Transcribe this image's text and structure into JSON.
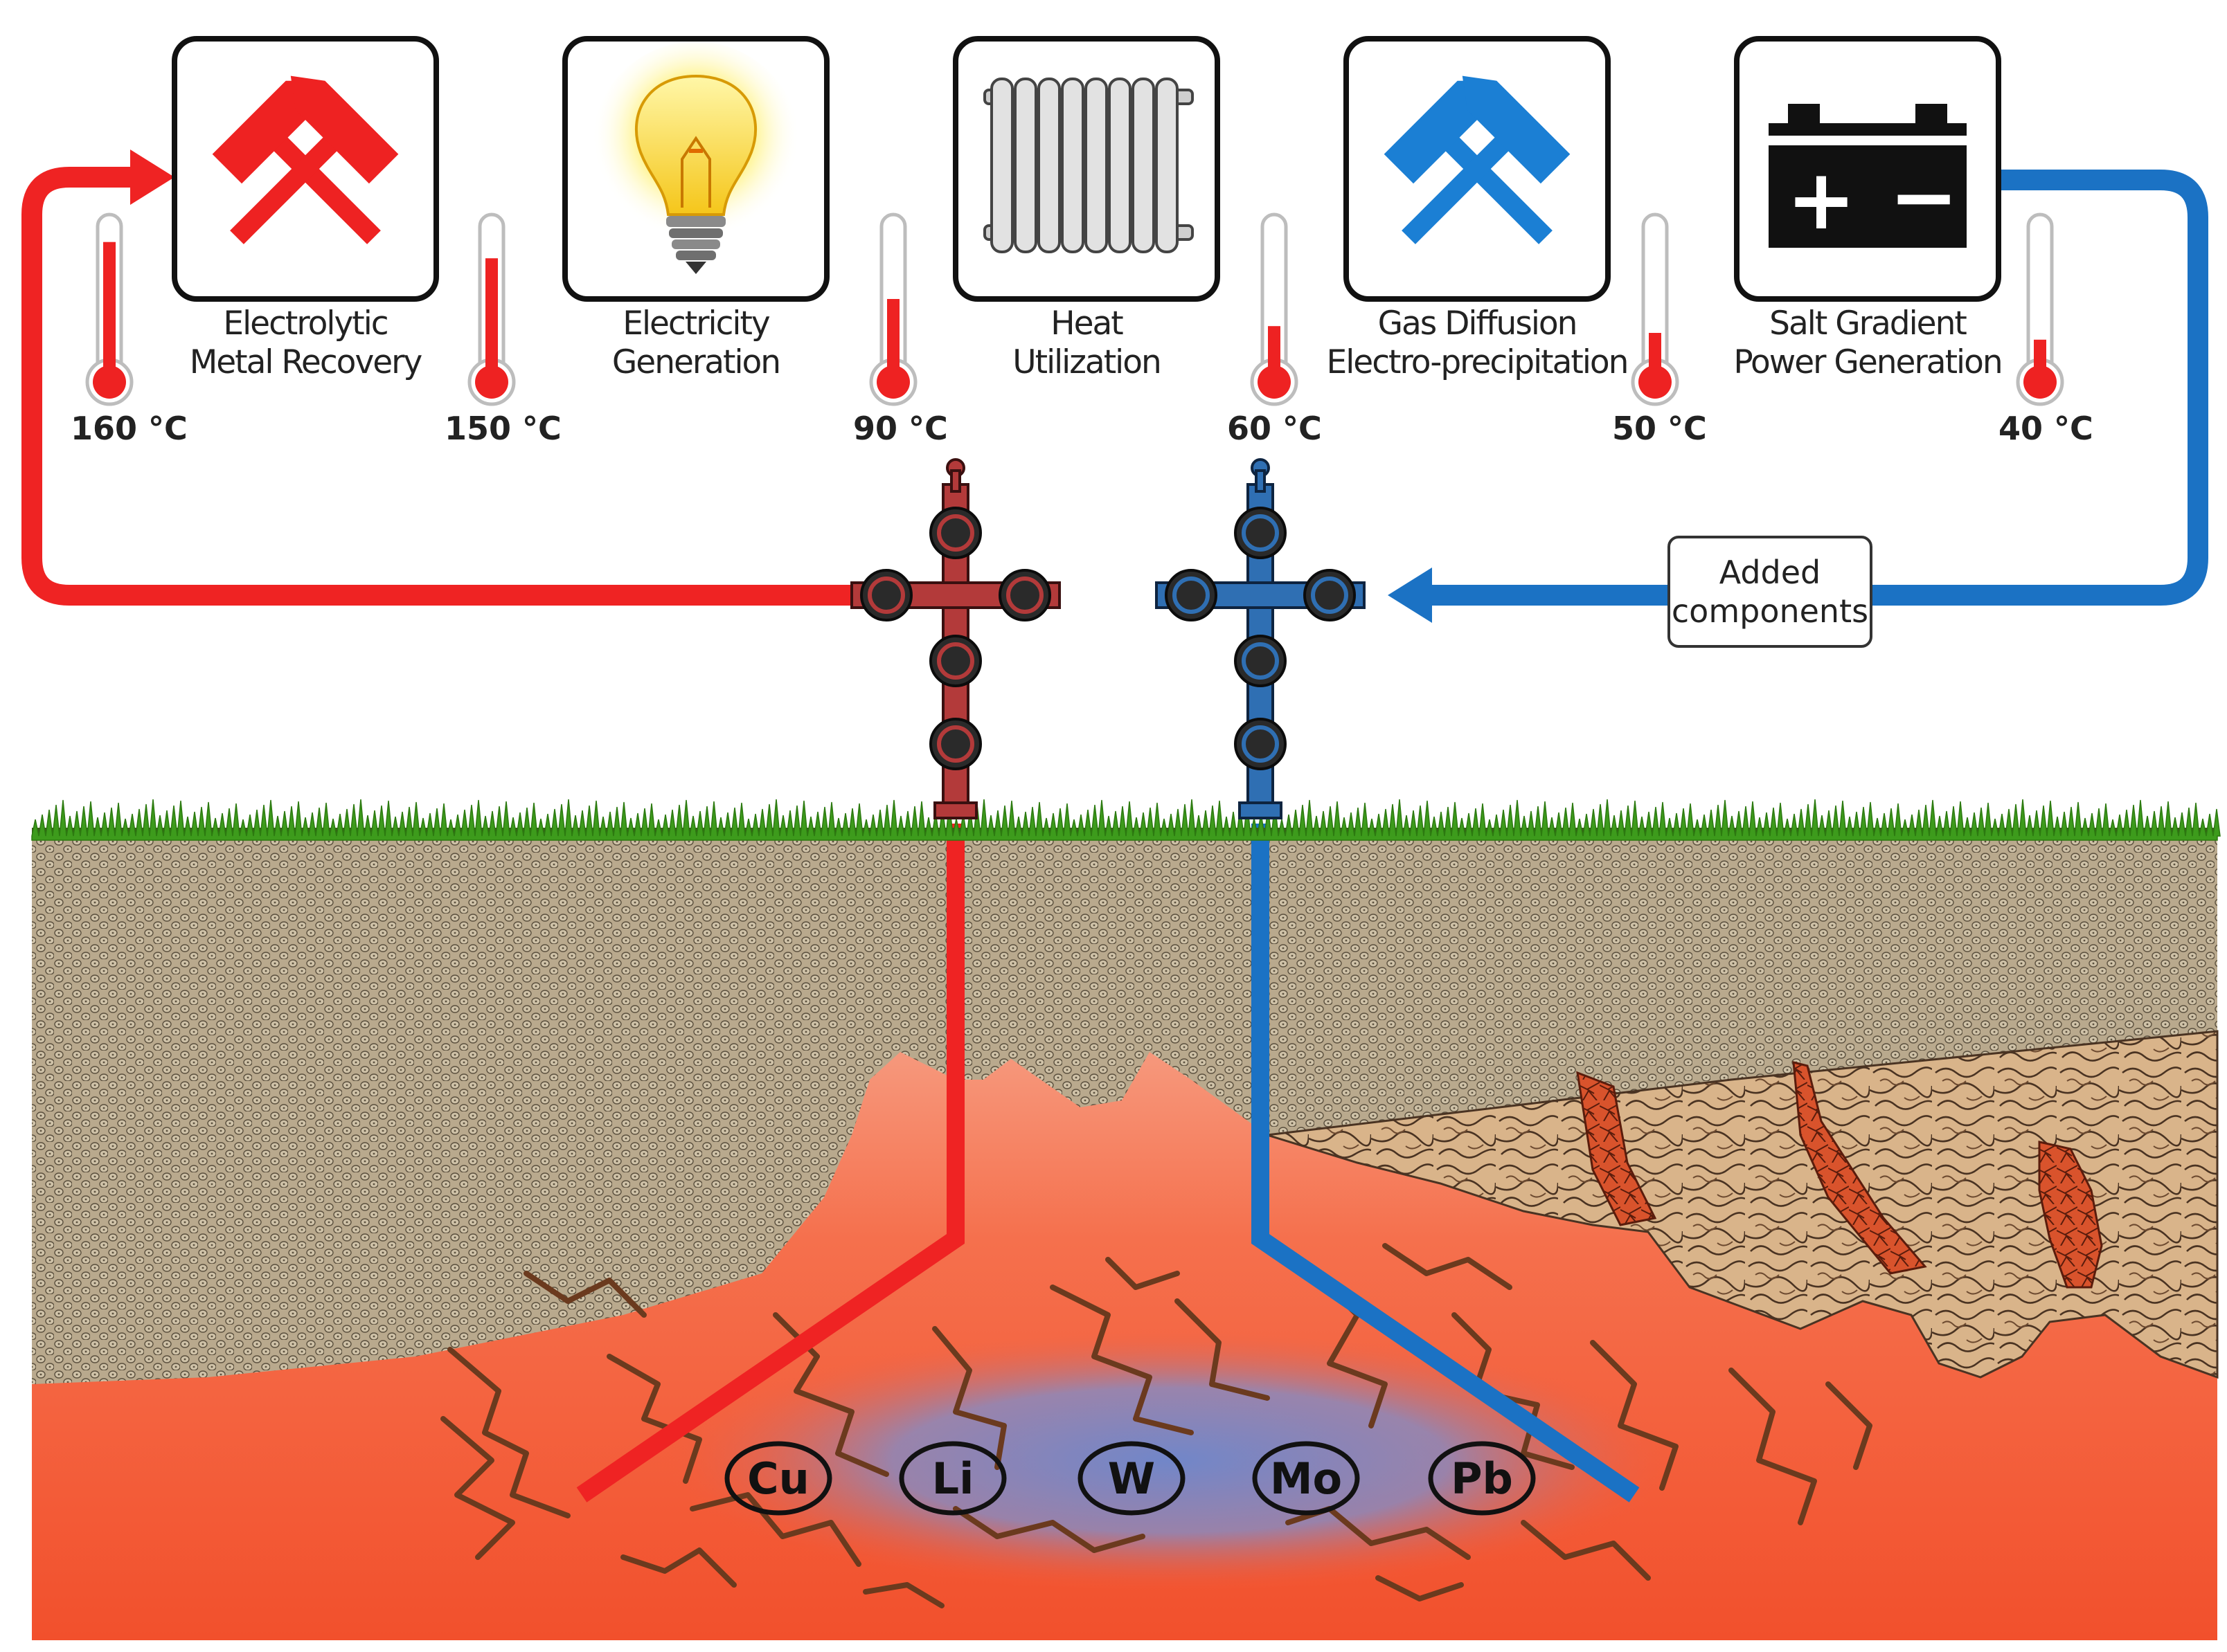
{
  "stages": [
    {
      "id": "electrolytic",
      "line1": "Electrolytic",
      "line2": "Metal Recovery",
      "icon": "crossed-hammers-red-icon",
      "color": "#ee2222"
    },
    {
      "id": "electricity",
      "line1": "Electricity",
      "line2": "Generation",
      "icon": "light-bulb-icon"
    },
    {
      "id": "heat",
      "line1": "Heat",
      "line2": "Utilization",
      "icon": "radiator-icon"
    },
    {
      "id": "gas-diffusion",
      "line1": "Gas Diffusion",
      "line2": "Electro-precipitation",
      "icon": "crossed-hammers-blue-icon",
      "color": "#1b7fd4"
    },
    {
      "id": "salt-gradient",
      "line1": "Salt Gradient",
      "line2": "Power Generation",
      "icon": "battery-icon"
    }
  ],
  "battery_symbols": {
    "plus": "+",
    "minus": "−"
  },
  "temperatures": [
    {
      "label": "160 °C",
      "fill_fraction": 0.92
    },
    {
      "label": "150 °C",
      "fill_fraction": 0.8
    },
    {
      "label": "90 °C",
      "fill_fraction": 0.5
    },
    {
      "label": "60 °C",
      "fill_fraction": 0.3
    },
    {
      "label": "50 °C",
      "fill_fraction": 0.25
    },
    {
      "label": "40 °C",
      "fill_fraction": 0.2
    }
  ],
  "added_components": {
    "line1": "Added",
    "line2": "components"
  },
  "metals": [
    "Cu",
    "Li",
    "W",
    "Mo",
    "Pb"
  ],
  "colors": {
    "hot": "#ef2323",
    "cold": "#1b72c4",
    "grass": "#3a9a1a",
    "soil": "#b8a88c",
    "magma": "#f4593a"
  }
}
